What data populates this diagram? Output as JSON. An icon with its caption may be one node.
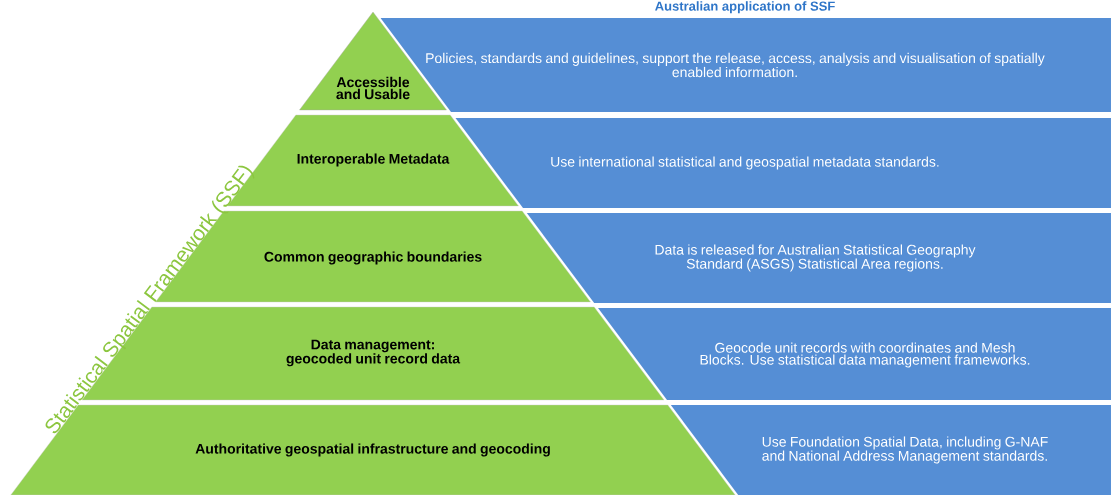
{
  "diagram": {
    "title": "Australian application of SSF",
    "nodes": [
      {
        "text": [
          "Accessible and Usable"
        ]
      },
      {
        "text": [
          "Policies, standards and guidelines,  support the release, access, analysis and visualisation of spatially enabled information."
        ]
      },
      {
        "text": [
          "Interoperable Metadata"
        ]
      },
      {
        "text": [
          "Use international statistical and geospatial  metadata standards."
        ]
      },
      {
        "text": [
          "Common geographic boundaries"
        ]
      },
      {
        "text": [
          "Data is released for Australian Statistical Geography Standard (ASGS) Statistical Area regions."
        ]
      },
      {
        "text": [
          "Data management: geocoded unit record data"
        ]
      },
      {
        "text": [
          "Geocode unit records with coordinates and Mesh Blocks. Use statistical data management frameworks."
        ]
      },
      {
        "text": [
          "Authoritative geospatial infrastructure and geocoding"
        ]
      },
      {
        "text": [
          "Use Foundation Spatial Data, including G-NAF and National Address Management standards."
        ]
      }
    ],
    "labels": [
      "Statistical Spatial Framework (SSF)"
    ]
  }
}
